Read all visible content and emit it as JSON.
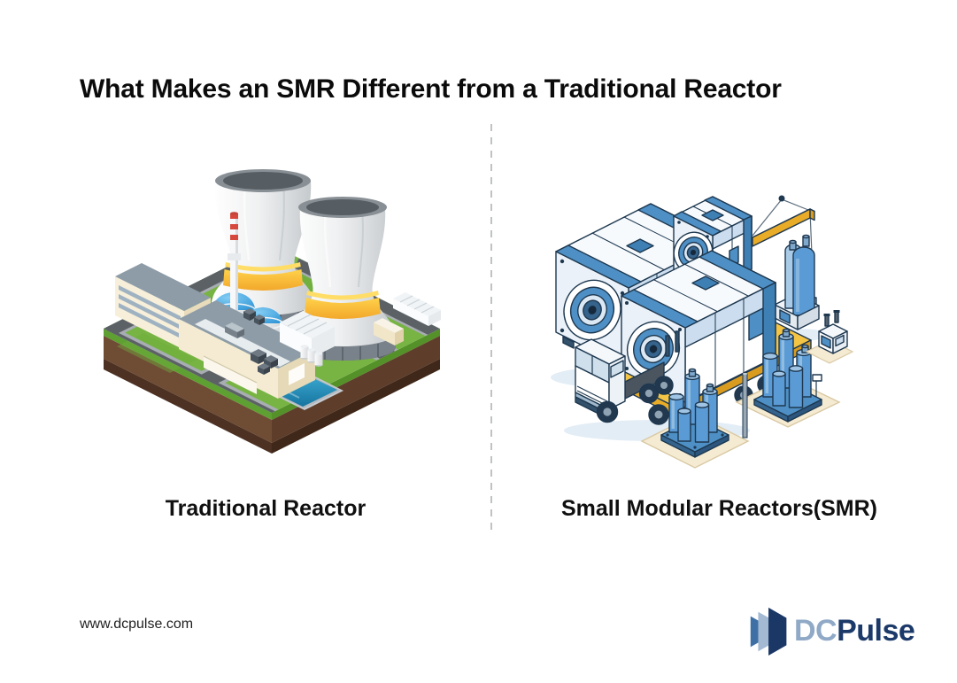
{
  "header": {
    "title": "What Makes an SMR Different from a Traditional Reactor"
  },
  "panels": {
    "left": {
      "label": "Traditional Reactor",
      "illustration": "isometric-traditional-nuclear-plant-with-cooling-towers"
    },
    "right": {
      "label": "Small Modular Reactors(SMR)",
      "illustration": "isometric-smr-modules-truck-crane-site"
    }
  },
  "footer": {
    "website": "www.dcpulse.com",
    "logo": {
      "dc": "DC",
      "pulse": "Pulse"
    }
  },
  "colors": {
    "title_text": "#0B0B0C",
    "divider": "#BFC2C6",
    "logo_dc": "#8FA9C6",
    "logo_pulse": "#1C3A69",
    "reactor_yellow_band": "#F6B62E",
    "dome_blue": "#3FA9E8",
    "grass_green": "#77B443",
    "soil_brown": "#6F4D35",
    "pool_water": "#2FA3CE",
    "smr_blue": "#4E90C5",
    "smr_light_blue": "#CBDDEE",
    "smr_outline": "#1E3850",
    "trailer_yellow": "#F4C445",
    "pad_tan": "#F5EBD2"
  }
}
